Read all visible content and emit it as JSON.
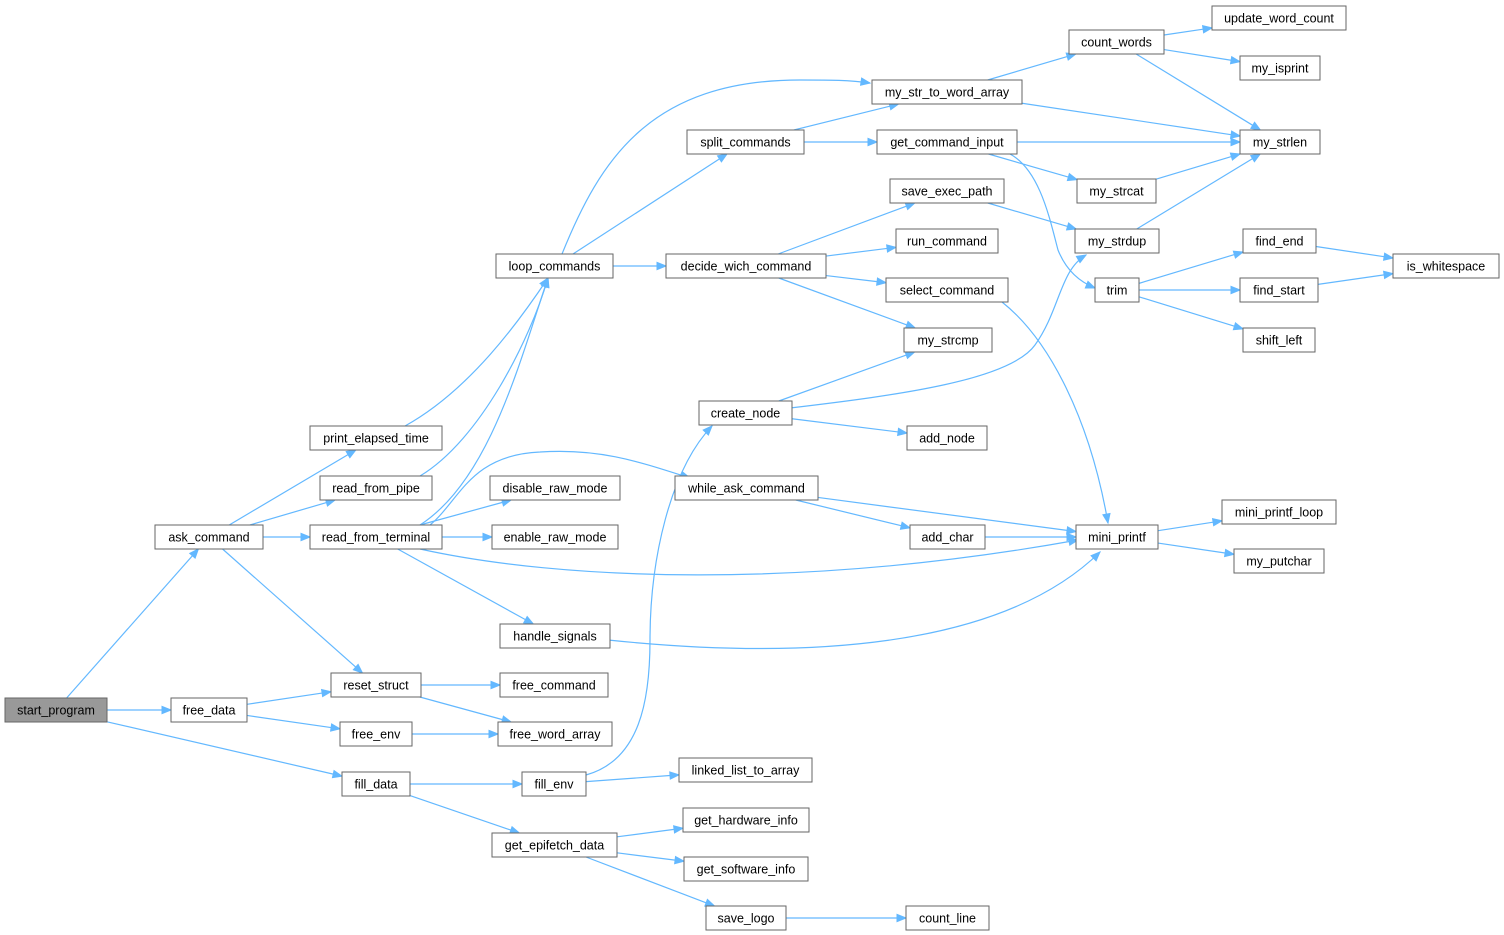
{
  "nodes": [
    {
      "id": "start_program",
      "label": "start_program",
      "root": true
    },
    {
      "id": "ask_command",
      "label": "ask_command"
    },
    {
      "id": "free_data",
      "label": "free_data"
    },
    {
      "id": "fill_data",
      "label": "fill_data"
    },
    {
      "id": "print_elapsed_time",
      "label": "print_elapsed_time"
    },
    {
      "id": "read_from_pipe",
      "label": "read_from_pipe"
    },
    {
      "id": "read_from_terminal",
      "label": "read_from_terminal"
    },
    {
      "id": "reset_struct",
      "label": "reset_struct"
    },
    {
      "id": "free_env",
      "label": "free_env"
    },
    {
      "id": "loop_commands",
      "label": "loop_commands"
    },
    {
      "id": "disable_raw_mode",
      "label": "disable_raw_mode"
    },
    {
      "id": "enable_raw_mode",
      "label": "enable_raw_mode"
    },
    {
      "id": "handle_signals",
      "label": "handle_signals"
    },
    {
      "id": "free_command",
      "label": "free_command"
    },
    {
      "id": "free_word_array",
      "label": "free_word_array"
    },
    {
      "id": "fill_env",
      "label": "fill_env"
    },
    {
      "id": "get_epifetch_data",
      "label": "get_epifetch_data"
    },
    {
      "id": "split_commands",
      "label": "split_commands"
    },
    {
      "id": "decide_wich_command",
      "label": "decide_wich_command"
    },
    {
      "id": "create_node",
      "label": "create_node"
    },
    {
      "id": "while_ask_command",
      "label": "while_ask_command"
    },
    {
      "id": "linked_list_to_array",
      "label": "linked_list_to_array"
    },
    {
      "id": "get_hardware_info",
      "label": "get_hardware_info"
    },
    {
      "id": "get_software_info",
      "label": "get_software_info"
    },
    {
      "id": "save_logo",
      "label": "save_logo"
    },
    {
      "id": "my_str_to_word_array",
      "label": "my_str_to_word_array"
    },
    {
      "id": "get_command_input",
      "label": "get_command_input"
    },
    {
      "id": "save_exec_path",
      "label": "save_exec_path"
    },
    {
      "id": "run_command",
      "label": "run_command"
    },
    {
      "id": "select_command",
      "label": "select_command"
    },
    {
      "id": "my_strcmp",
      "label": "my_strcmp"
    },
    {
      "id": "add_node",
      "label": "add_node"
    },
    {
      "id": "add_char",
      "label": "add_char"
    },
    {
      "id": "count_line",
      "label": "count_line"
    },
    {
      "id": "count_words",
      "label": "count_words"
    },
    {
      "id": "my_strcat",
      "label": "my_strcat"
    },
    {
      "id": "my_strdup",
      "label": "my_strdup"
    },
    {
      "id": "trim",
      "label": "trim"
    },
    {
      "id": "mini_printf",
      "label": "mini_printf"
    },
    {
      "id": "update_word_count",
      "label": "update_word_count"
    },
    {
      "id": "my_isprint",
      "label": "my_isprint"
    },
    {
      "id": "my_strlen",
      "label": "my_strlen"
    },
    {
      "id": "find_end",
      "label": "find_end"
    },
    {
      "id": "find_start",
      "label": "find_start"
    },
    {
      "id": "shift_left",
      "label": "shift_left"
    },
    {
      "id": "mini_printf_loop",
      "label": "mini_printf_loop"
    },
    {
      "id": "my_putchar",
      "label": "my_putchar"
    },
    {
      "id": "is_whitespace",
      "label": "is_whitespace"
    }
  ],
  "edges": [
    {
      "from": "start_program",
      "to": "ask_command"
    },
    {
      "from": "start_program",
      "to": "free_data"
    },
    {
      "from": "start_program",
      "to": "fill_data"
    },
    {
      "from": "ask_command",
      "to": "print_elapsed_time"
    },
    {
      "from": "ask_command",
      "to": "read_from_pipe"
    },
    {
      "from": "ask_command",
      "to": "read_from_terminal"
    },
    {
      "from": "ask_command",
      "to": "reset_struct"
    },
    {
      "from": "free_data",
      "to": "reset_struct"
    },
    {
      "from": "free_data",
      "to": "free_env"
    },
    {
      "from": "print_elapsed_time",
      "to": "loop_commands"
    },
    {
      "from": "read_from_pipe",
      "to": "loop_commands"
    },
    {
      "from": "read_from_terminal",
      "to": "loop_commands"
    },
    {
      "from": "read_from_terminal",
      "to": "disable_raw_mode"
    },
    {
      "from": "read_from_terminal",
      "to": "enable_raw_mode"
    },
    {
      "from": "read_from_terminal",
      "to": "handle_signals"
    },
    {
      "from": "read_from_terminal",
      "to": "while_ask_command"
    },
    {
      "from": "read_from_terminal",
      "to": "mini_printf"
    },
    {
      "from": "reset_struct",
      "to": "free_command"
    },
    {
      "from": "reset_struct",
      "to": "free_word_array"
    },
    {
      "from": "free_env",
      "to": "free_word_array"
    },
    {
      "from": "fill_data",
      "to": "fill_env"
    },
    {
      "from": "fill_data",
      "to": "get_epifetch_data"
    },
    {
      "from": "loop_commands",
      "to": "my_str_to_word_array"
    },
    {
      "from": "loop_commands",
      "to": "split_commands"
    },
    {
      "from": "loop_commands",
      "to": "decide_wich_command"
    },
    {
      "from": "split_commands",
      "to": "my_str_to_word_array"
    },
    {
      "from": "split_commands",
      "to": "get_command_input"
    },
    {
      "from": "decide_wich_command",
      "to": "save_exec_path"
    },
    {
      "from": "decide_wich_command",
      "to": "run_command"
    },
    {
      "from": "decide_wich_command",
      "to": "select_command"
    },
    {
      "from": "decide_wich_command",
      "to": "my_strcmp"
    },
    {
      "from": "fill_env",
      "to": "create_node"
    },
    {
      "from": "fill_env",
      "to": "linked_list_to_array"
    },
    {
      "from": "create_node",
      "to": "my_strcmp"
    },
    {
      "from": "create_node",
      "to": "my_strdup"
    },
    {
      "from": "create_node",
      "to": "add_node"
    },
    {
      "from": "while_ask_command",
      "to": "add_char"
    },
    {
      "from": "while_ask_command",
      "to": "mini_printf"
    },
    {
      "from": "add_char",
      "to": "mini_printf"
    },
    {
      "from": "handle_signals",
      "to": "mini_printf"
    },
    {
      "from": "select_command",
      "to": "mini_printf"
    },
    {
      "from": "get_epifetch_data",
      "to": "get_hardware_info"
    },
    {
      "from": "get_epifetch_data",
      "to": "get_software_info"
    },
    {
      "from": "get_epifetch_data",
      "to": "save_logo"
    },
    {
      "from": "save_logo",
      "to": "count_line"
    },
    {
      "from": "my_str_to_word_array",
      "to": "count_words"
    },
    {
      "from": "my_str_to_word_array",
      "to": "my_strlen"
    },
    {
      "from": "get_command_input",
      "to": "my_strlen"
    },
    {
      "from": "get_command_input",
      "to": "my_strcat"
    },
    {
      "from": "get_command_input",
      "to": "trim"
    },
    {
      "from": "save_exec_path",
      "to": "my_strdup"
    },
    {
      "from": "count_words",
      "to": "update_word_count"
    },
    {
      "from": "count_words",
      "to": "my_isprint"
    },
    {
      "from": "count_words",
      "to": "my_strlen"
    },
    {
      "from": "my_strcat",
      "to": "my_strlen"
    },
    {
      "from": "my_strdup",
      "to": "my_strlen"
    },
    {
      "from": "trim",
      "to": "find_end"
    },
    {
      "from": "trim",
      "to": "find_start"
    },
    {
      "from": "trim",
      "to": "shift_left"
    },
    {
      "from": "find_end",
      "to": "is_whitespace"
    },
    {
      "from": "find_start",
      "to": "is_whitespace"
    },
    {
      "from": "mini_printf",
      "to": "mini_printf_loop"
    },
    {
      "from": "mini_printf",
      "to": "my_putchar"
    }
  ],
  "colors": {
    "edge": "#63b8ff",
    "node_border": "#666666",
    "node_fill": "#ffffff",
    "root_fill": "#999999"
  }
}
